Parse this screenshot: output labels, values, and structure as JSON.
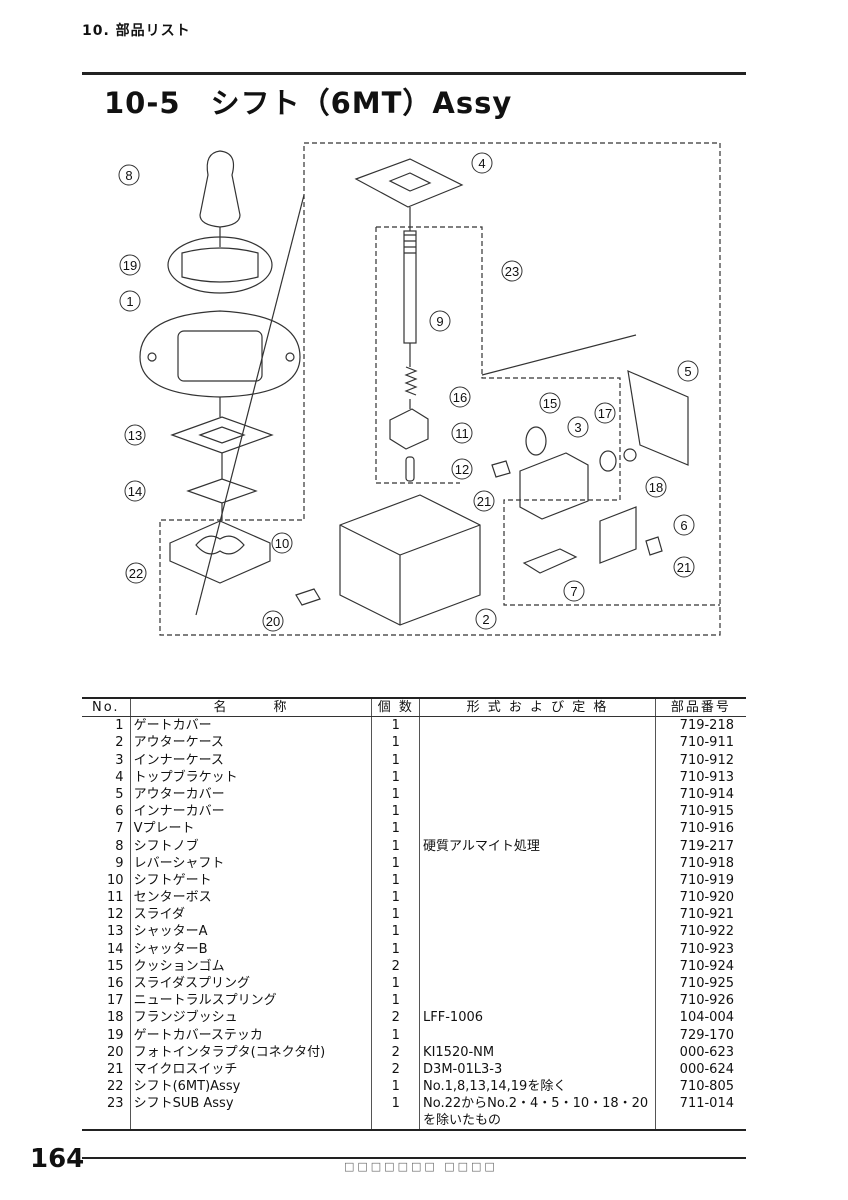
{
  "header": {
    "section": "10. 部品リスト"
  },
  "title": "10-5　シフト（6MT）Assy",
  "diagram_callouts": [
    "1",
    "2",
    "3",
    "4",
    "5",
    "6",
    "7",
    "8",
    "9",
    "10",
    "11",
    "12",
    "13",
    "14",
    "15",
    "16",
    "17",
    "18",
    "19",
    "20",
    "21",
    "21",
    "22",
    "23"
  ],
  "table": {
    "headers": [
      "No.",
      "名　　　称",
      "個 数",
      "形 式 お よ び 定 格",
      "部品番号"
    ],
    "rows": [
      {
        "no": "1",
        "name": "ゲートカバー",
        "qty": "1",
        "spec": "",
        "pn": "719-218"
      },
      {
        "no": "2",
        "name": "アウターケース",
        "qty": "1",
        "spec": "",
        "pn": "710-911"
      },
      {
        "no": "3",
        "name": "インナーケース",
        "qty": "1",
        "spec": "",
        "pn": "710-912"
      },
      {
        "no": "4",
        "name": "トップブラケット",
        "qty": "1",
        "spec": "",
        "pn": "710-913"
      },
      {
        "no": "5",
        "name": "アウターカバー",
        "qty": "1",
        "spec": "",
        "pn": "710-914"
      },
      {
        "no": "6",
        "name": "インナーカバー",
        "qty": "1",
        "spec": "",
        "pn": "710-915"
      },
      {
        "no": "7",
        "name": "Vプレート",
        "qty": "1",
        "spec": "",
        "pn": "710-916"
      },
      {
        "no": "8",
        "name": "シフトノブ",
        "qty": "1",
        "spec": "硬質アルマイト処理",
        "pn": "719-217"
      },
      {
        "no": "9",
        "name": "レバーシャフト",
        "qty": "1",
        "spec": "",
        "pn": "710-918"
      },
      {
        "no": "10",
        "name": "シフトゲート",
        "qty": "1",
        "spec": "",
        "pn": "710-919"
      },
      {
        "no": "11",
        "name": "センターボス",
        "qty": "1",
        "spec": "",
        "pn": "710-920"
      },
      {
        "no": "12",
        "name": "スライダ",
        "qty": "1",
        "spec": "",
        "pn": "710-921"
      },
      {
        "no": "13",
        "name": "シャッターA",
        "qty": "1",
        "spec": "",
        "pn": "710-922"
      },
      {
        "no": "14",
        "name": "シャッターB",
        "qty": "1",
        "spec": "",
        "pn": "710-923"
      },
      {
        "no": "15",
        "name": "クッションゴム",
        "qty": "2",
        "spec": "",
        "pn": "710-924"
      },
      {
        "no": "16",
        "name": "スライダスプリング",
        "qty": "1",
        "spec": "",
        "pn": "710-925"
      },
      {
        "no": "17",
        "name": "ニュートラルスプリング",
        "qty": "1",
        "spec": "",
        "pn": "710-926"
      },
      {
        "no": "18",
        "name": "フランジブッシュ",
        "qty": "2",
        "spec": "LFF-1006",
        "pn": "104-004"
      },
      {
        "no": "19",
        "name": "ゲートカバーステッカ",
        "qty": "1",
        "spec": "",
        "pn": "729-170"
      },
      {
        "no": "20",
        "name": "フォトインタラプタ(コネクタ付)",
        "qty": "2",
        "spec": "KI1520-NM",
        "pn": "000-623"
      },
      {
        "no": "21",
        "name": "マイクロスイッチ",
        "qty": "2",
        "spec": "D3M-01L3-3",
        "pn": "000-624"
      },
      {
        "no": "22",
        "name": "シフト(6MT)Assy",
        "qty": "1",
        "spec": "No.1,8,13,14,19を除く",
        "pn": "710-805"
      },
      {
        "no": "23",
        "name": "シフトSUB Assy",
        "qty": "1",
        "spec": "No.22からNo.2・4・5・10・18・20を除いたもの",
        "pn": "711-014"
      }
    ]
  },
  "page_number": "164",
  "footer_text": "□□□□□□□ □□□□"
}
